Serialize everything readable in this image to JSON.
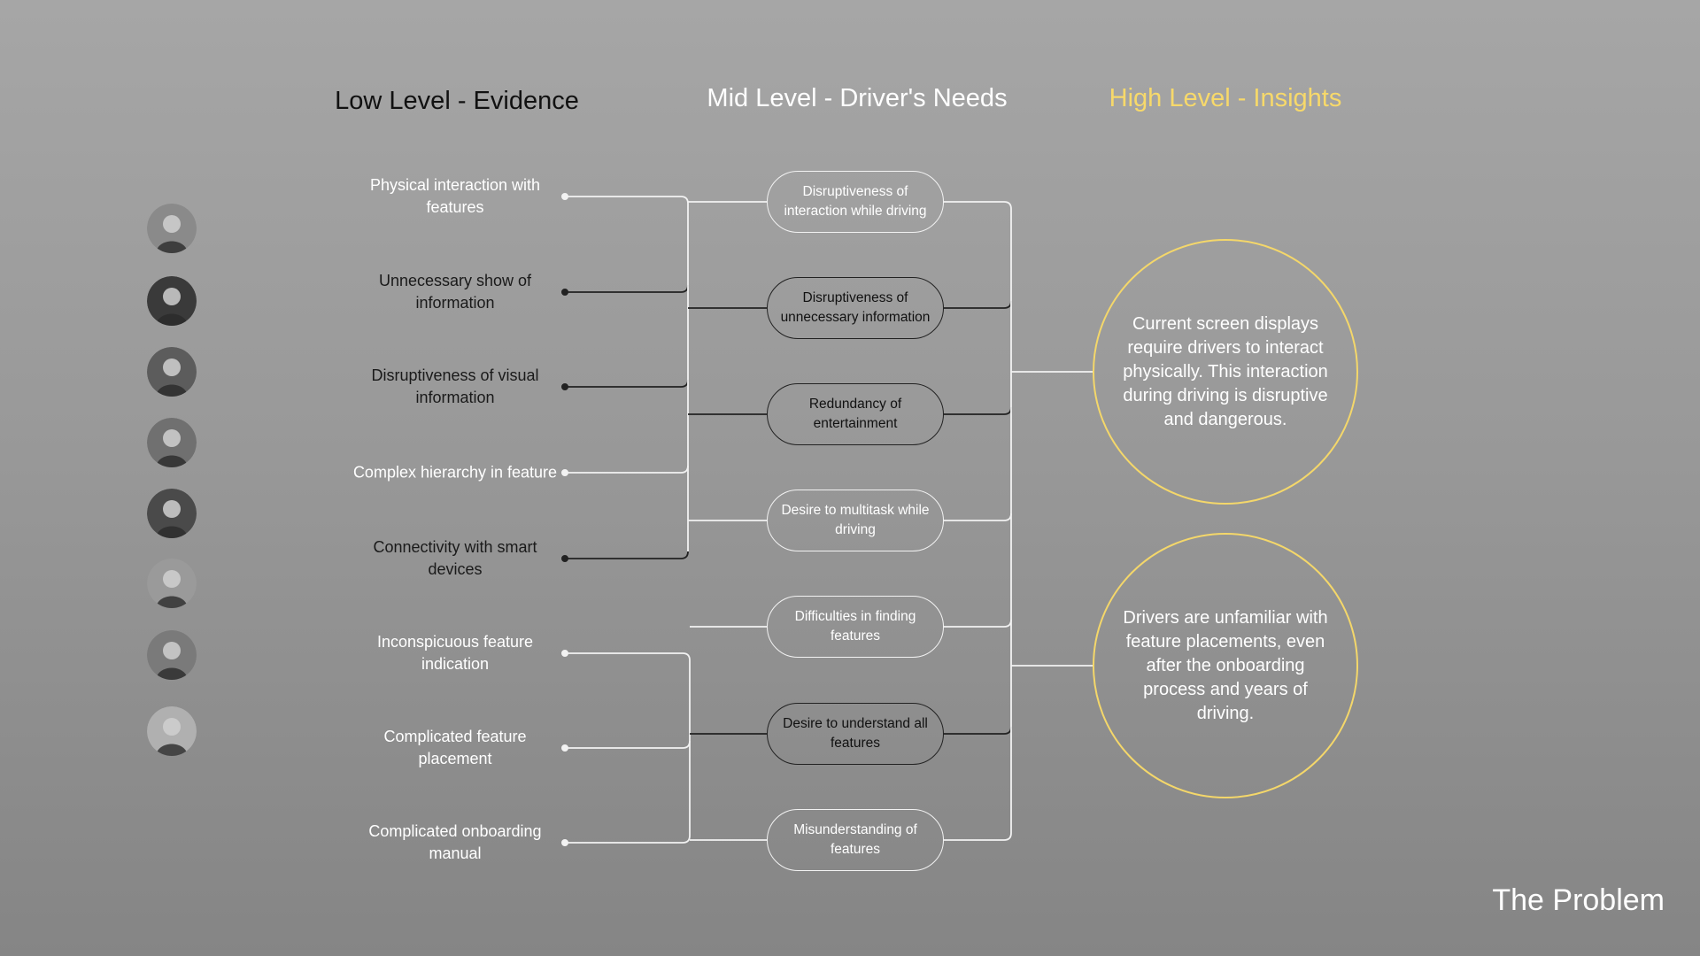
{
  "headings": {
    "low": "Low Level - Evidence",
    "mid": "Mid Level - Driver's Needs",
    "high": "High Level - Insights"
  },
  "evidence": [
    {
      "label": "Physical interaction with features",
      "tone": "light"
    },
    {
      "label": "Unnecessary show of information",
      "tone": "dark"
    },
    {
      "label": "Disruptiveness of visual information",
      "tone": "dark"
    },
    {
      "label": "Complex hierarchy in feature",
      "tone": "light"
    },
    {
      "label": "Connectivity with smart devices",
      "tone": "dark"
    },
    {
      "label": "Inconspicuous feature indication",
      "tone": "light"
    },
    {
      "label": "Complicated feature placement",
      "tone": "light"
    },
    {
      "label": "Complicated onboarding manual",
      "tone": "light"
    }
  ],
  "needs": [
    {
      "label": "Disruptiveness of interaction while driving",
      "tone": "light"
    },
    {
      "label": "Disruptiveness of unnecessary information",
      "tone": "dark"
    },
    {
      "label": "Redundancy of entertainment",
      "tone": "dark"
    },
    {
      "label": "Desire to multitask while driving",
      "tone": "light"
    },
    {
      "label": "Difficulties in finding features",
      "tone": "light"
    },
    {
      "label": "Desire to understand all features",
      "tone": "dark"
    },
    {
      "label": "Misunderstanding of features",
      "tone": "light"
    }
  ],
  "insights": [
    {
      "label": "Current screen displays require drivers to interact physically. This interaction during driving is disruptive and dangerous."
    },
    {
      "label": "Drivers are unfamiliar with feature placements, even after the onboarding process and years of driving."
    }
  ],
  "participants": [
    {
      "name": "participant-1-avatar"
    },
    {
      "name": "participant-2-avatar"
    },
    {
      "name": "participant-3-avatar"
    },
    {
      "name": "participant-4-avatar"
    },
    {
      "name": "participant-5-avatar"
    },
    {
      "name": "participant-6-avatar"
    },
    {
      "name": "participant-7-avatar"
    },
    {
      "name": "participant-8-avatar"
    }
  ],
  "footer": {
    "title": "The Problem"
  },
  "colors": {
    "accent": "#f4d76a",
    "light_line": "#f2f2f2",
    "dark_line": "#222222"
  }
}
